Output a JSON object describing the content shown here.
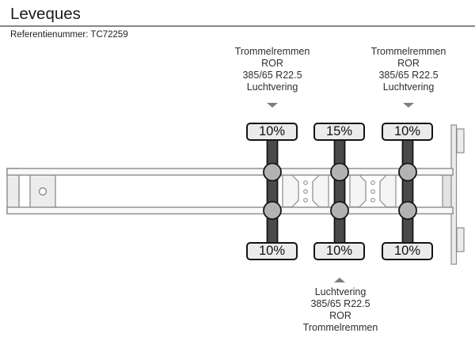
{
  "header": {
    "title": "Leveques",
    "reference": "Referentienummer: TC72259"
  },
  "annotations": {
    "top_left": {
      "lines": [
        "Trommelremmen",
        "ROR",
        "385/65 R22.5",
        "Luchtvering"
      ],
      "arrow": "arrow-down-icon"
    },
    "top_right": {
      "lines": [
        "Trommelremmen",
        "ROR",
        "385/65 R22.5",
        "Luchtvering"
      ],
      "arrow": "arrow-down-icon"
    },
    "bottom": {
      "lines": [
        "Luchtvering",
        "385/65 R22.5",
        "ROR",
        "Trommelremmen"
      ],
      "arrow": "arrow-up-icon"
    }
  },
  "diagram": {
    "type": "trailer-axle-load-schematic",
    "axles": [
      {
        "name": "axle-1",
        "top_load": "10%",
        "bottom_load": "10%"
      },
      {
        "name": "axle-2",
        "top_load": "15%",
        "bottom_load": "10%"
      },
      {
        "name": "axle-3",
        "top_load": "10%",
        "bottom_load": "10%"
      }
    ],
    "colors": {
      "axle_bar": "#4a4a4a",
      "hub": "#b3b3b3",
      "outline": "#161616",
      "chassis_stroke": "#8c8c8c",
      "chassis_fill": "#f9f9f9",
      "plate_fill": "#ececec",
      "load_box_fill": "#ebebeb",
      "arrow": "#7e7e7e",
      "divider": "#868686",
      "text": "#2e2e2e"
    }
  }
}
